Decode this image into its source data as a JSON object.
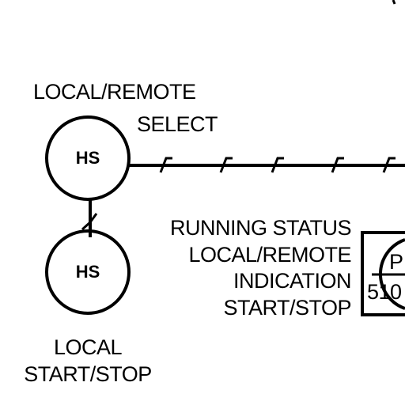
{
  "instruments": {
    "hs_upper": {
      "tag": "HS"
    },
    "hs_lower": {
      "tag": "HS"
    },
    "panel_partial": {
      "text_top": "P",
      "text_bottom": "510"
    }
  },
  "labels": {
    "upper_line1": "LOCAL/REMOTE",
    "upper_line2": "SELECT",
    "status_line1": "RUNNING STATUS",
    "status_line2": "LOCAL/REMOTE",
    "status_line3": "INDICATION",
    "status_line4": "START/STOP",
    "lower_line1": "LOCAL",
    "lower_line2": "START/STOP"
  }
}
